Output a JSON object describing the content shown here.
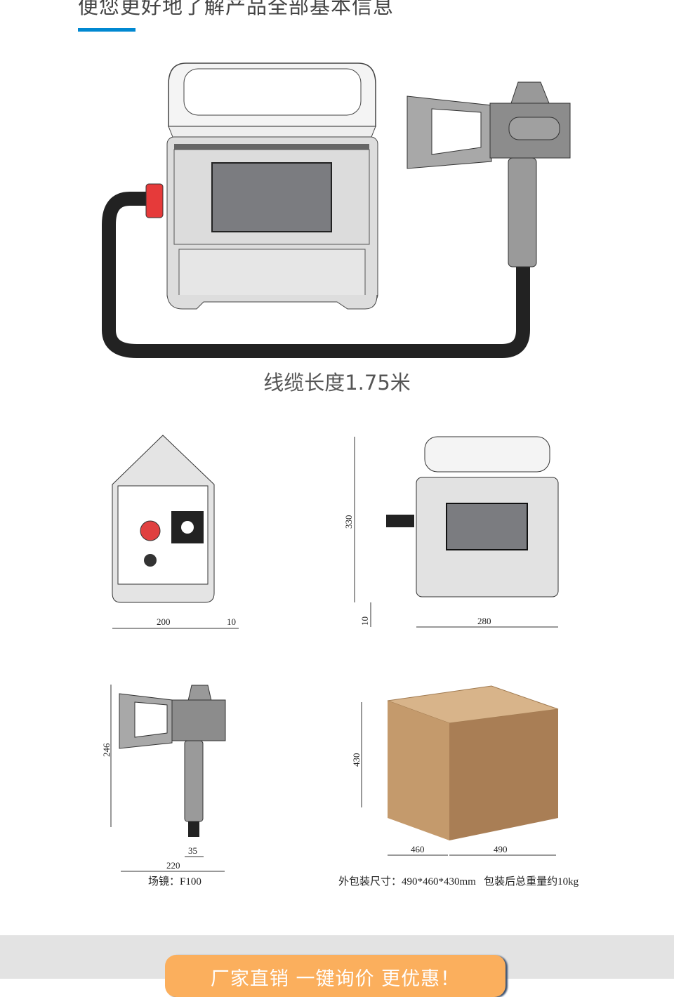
{
  "header": {
    "title": "便您更好地了解产品全部基本信息",
    "accent": "#0088d1"
  },
  "main_figure": {
    "caption": "线缆长度1.75米"
  },
  "side_view": {
    "dims": [
      "200",
      "10"
    ]
  },
  "front_view": {
    "dims": [
      "330",
      "10",
      "280"
    ]
  },
  "gun_view": {
    "dims": [
      "246",
      "35",
      "220"
    ],
    "note": "场镜：F100"
  },
  "package": {
    "dims": [
      "430",
      "460",
      "490"
    ],
    "note": "外包装尺寸：490*460*430mm   包装后总重量约10kg"
  },
  "cta": {
    "label": "厂家直销 一键询价 更优惠！",
    "color": "#fbaf5d"
  }
}
